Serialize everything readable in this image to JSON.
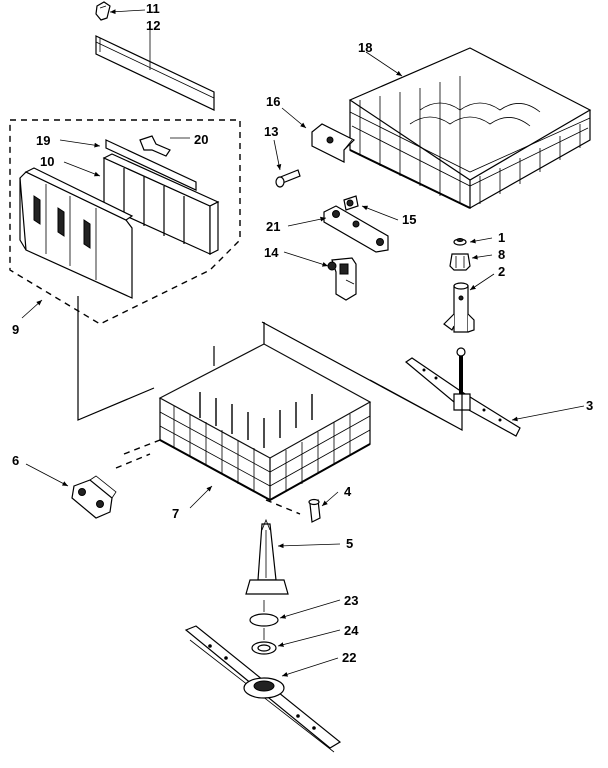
{
  "callouts": {
    "c1": "1",
    "c2": "2",
    "c3": "3",
    "c4": "4",
    "c5": "5",
    "c6": "6",
    "c7": "7",
    "c8": "8",
    "c9": "9",
    "c10": "10",
    "c11": "11",
    "c12": "12",
    "c13": "13",
    "c14": "14",
    "c15": "15",
    "c16": "16",
    "c18": "18",
    "c19": "19",
    "c20": "20",
    "c21": "21",
    "c22": "22",
    "c23": "23",
    "c24": "24"
  },
  "icons": {
    "upper_rack": "upper-rack-basket-icon",
    "lower_rack": "lower-rack-basket-icon",
    "silverware_basket": "silverware-basket-icon",
    "upper_spray_arm": "upper-spray-arm-icon",
    "lower_spray_arm": "lower-spray-arm-icon"
  }
}
